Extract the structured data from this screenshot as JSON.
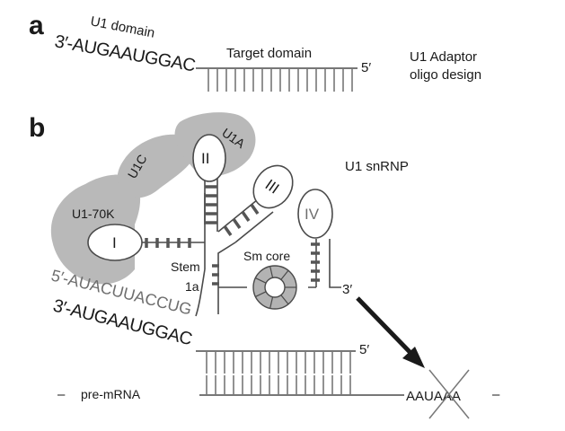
{
  "panel_a": {
    "letter": "a",
    "u1_domain_label": "U1 domain",
    "u1_domain_seq": "3′-AUGAAUGGAC",
    "target_domain_label": "Target domain",
    "five_prime": "5′",
    "design_label_line1": "U1 Adaptor",
    "design_label_line2": "oligo design"
  },
  "panel_b": {
    "letter": "b",
    "u1_snrnp_label": "U1 snRNP",
    "proteins": {
      "u1_70k": "U1-70K",
      "u1c": "U1C",
      "u1a": "U1A"
    },
    "loops": {
      "I": "I",
      "II": "II",
      "III": "III",
      "IV": "IV"
    },
    "stem_label_line1": "Stem",
    "stem_label_line2": "1a",
    "sm_core_label": "Sm core",
    "three_prime": "3′",
    "u1_5prime_seq": "5′-AUACUUACCUG",
    "adaptor_seq": "3′-AUGAAUGGAC",
    "adaptor_five_prime": "5′",
    "pre_mrna_label": "pre-mRNA",
    "polya_signal": "AAUAAA",
    "dash_left": "–",
    "dash_right": "–"
  }
}
